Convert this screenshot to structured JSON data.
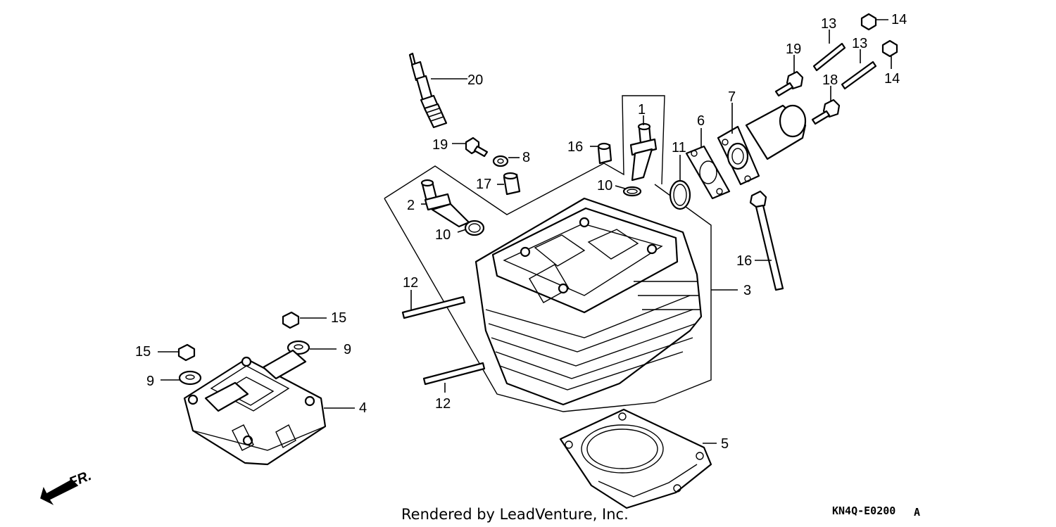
{
  "colors": {
    "background": "#ffffff",
    "ink": "#000000"
  },
  "callouts": [
    {
      "id": "c1",
      "text": "1"
    },
    {
      "id": "c2",
      "text": "2"
    },
    {
      "id": "c3",
      "text": "3"
    },
    {
      "id": "c4",
      "text": "4"
    },
    {
      "id": "c5",
      "text": "5"
    },
    {
      "id": "c6",
      "text": "6"
    },
    {
      "id": "c7",
      "text": "7"
    },
    {
      "id": "c8",
      "text": "8"
    },
    {
      "id": "c9a",
      "text": "9"
    },
    {
      "id": "c9b",
      "text": "9"
    },
    {
      "id": "c10a",
      "text": "10"
    },
    {
      "id": "c10b",
      "text": "10"
    },
    {
      "id": "c11",
      "text": "11"
    },
    {
      "id": "c12a",
      "text": "12"
    },
    {
      "id": "c12b",
      "text": "12"
    },
    {
      "id": "c13a",
      "text": "13"
    },
    {
      "id": "c13b",
      "text": "13"
    },
    {
      "id": "c14a",
      "text": "14"
    },
    {
      "id": "c14b",
      "text": "14"
    },
    {
      "id": "c15a",
      "text": "15"
    },
    {
      "id": "c15b",
      "text": "15"
    },
    {
      "id": "c16a",
      "text": "16"
    },
    {
      "id": "c16b",
      "text": "16"
    },
    {
      "id": "c17",
      "text": "17"
    },
    {
      "id": "c18",
      "text": "18"
    },
    {
      "id": "c19a",
      "text": "19"
    },
    {
      "id": "c19b",
      "text": "19"
    },
    {
      "id": "c20",
      "text": "20"
    }
  ],
  "direction_label": "FR.",
  "footer_text": "Rendered by LeadVenture, Inc.",
  "diagram_code": "KN4Q-E0200",
  "diagram_suffix": "A"
}
